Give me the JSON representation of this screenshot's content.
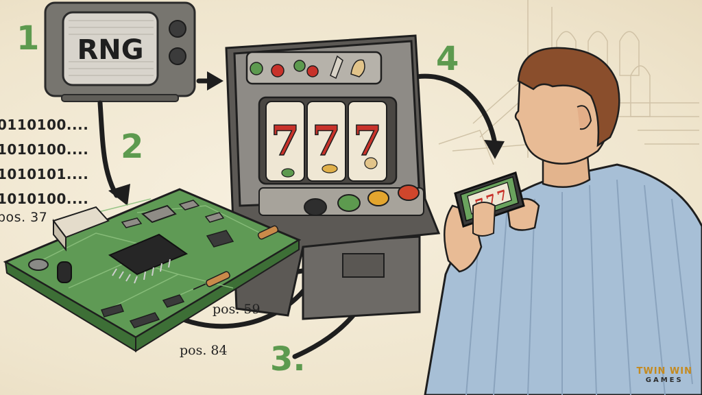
{
  "steps": [
    "1",
    "2",
    "3.",
    "4"
  ],
  "tv": {
    "label": "RNG"
  },
  "binary_lines": [
    "0110100....",
    "1010100....",
    "1010101....",
    "1010100....",
    "pos. 37"
  ],
  "positions": {
    "pos_59": "pos. 59",
    "pos_84": "pos. 84"
  },
  "reels": [
    "7",
    "7",
    "7"
  ],
  "phone_reels": [
    "7",
    "7",
    "7"
  ],
  "logo": {
    "top": "TWIN WIN",
    "bottom": "GAMES"
  },
  "colors": {
    "accent_green": "#5d9a4f",
    "board_green": "#5f9a55",
    "seven_red": "#c8322a",
    "paper": "#f3ead6"
  }
}
